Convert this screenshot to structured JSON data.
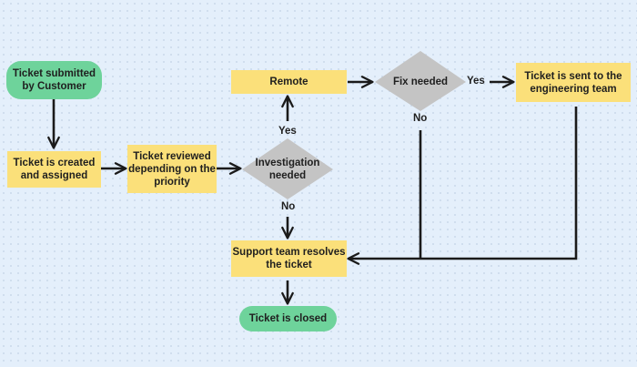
{
  "diagram": {
    "nodes": {
      "submitted": "Ticket submitted by Customer",
      "created": "Ticket is created and assigned",
      "reviewed": "Ticket reviewed depending on the priority",
      "investigation": "Investigation needed",
      "remote": "Remote",
      "fix_needed": "Fix needed",
      "engineering": "Ticket is sent to the engineering team",
      "resolves": "Support team resolves the ticket",
      "closed": "Ticket is closed"
    },
    "edge_labels": {
      "investigation_yes": "Yes",
      "investigation_no": "No",
      "fix_yes": "Yes",
      "fix_no": "No"
    },
    "colors": {
      "process": "#fbe07a",
      "terminal": "#6ed39b",
      "decision": "#c4c4c4",
      "line": "#1a1a1a",
      "background": "#e4effb"
    }
  }
}
